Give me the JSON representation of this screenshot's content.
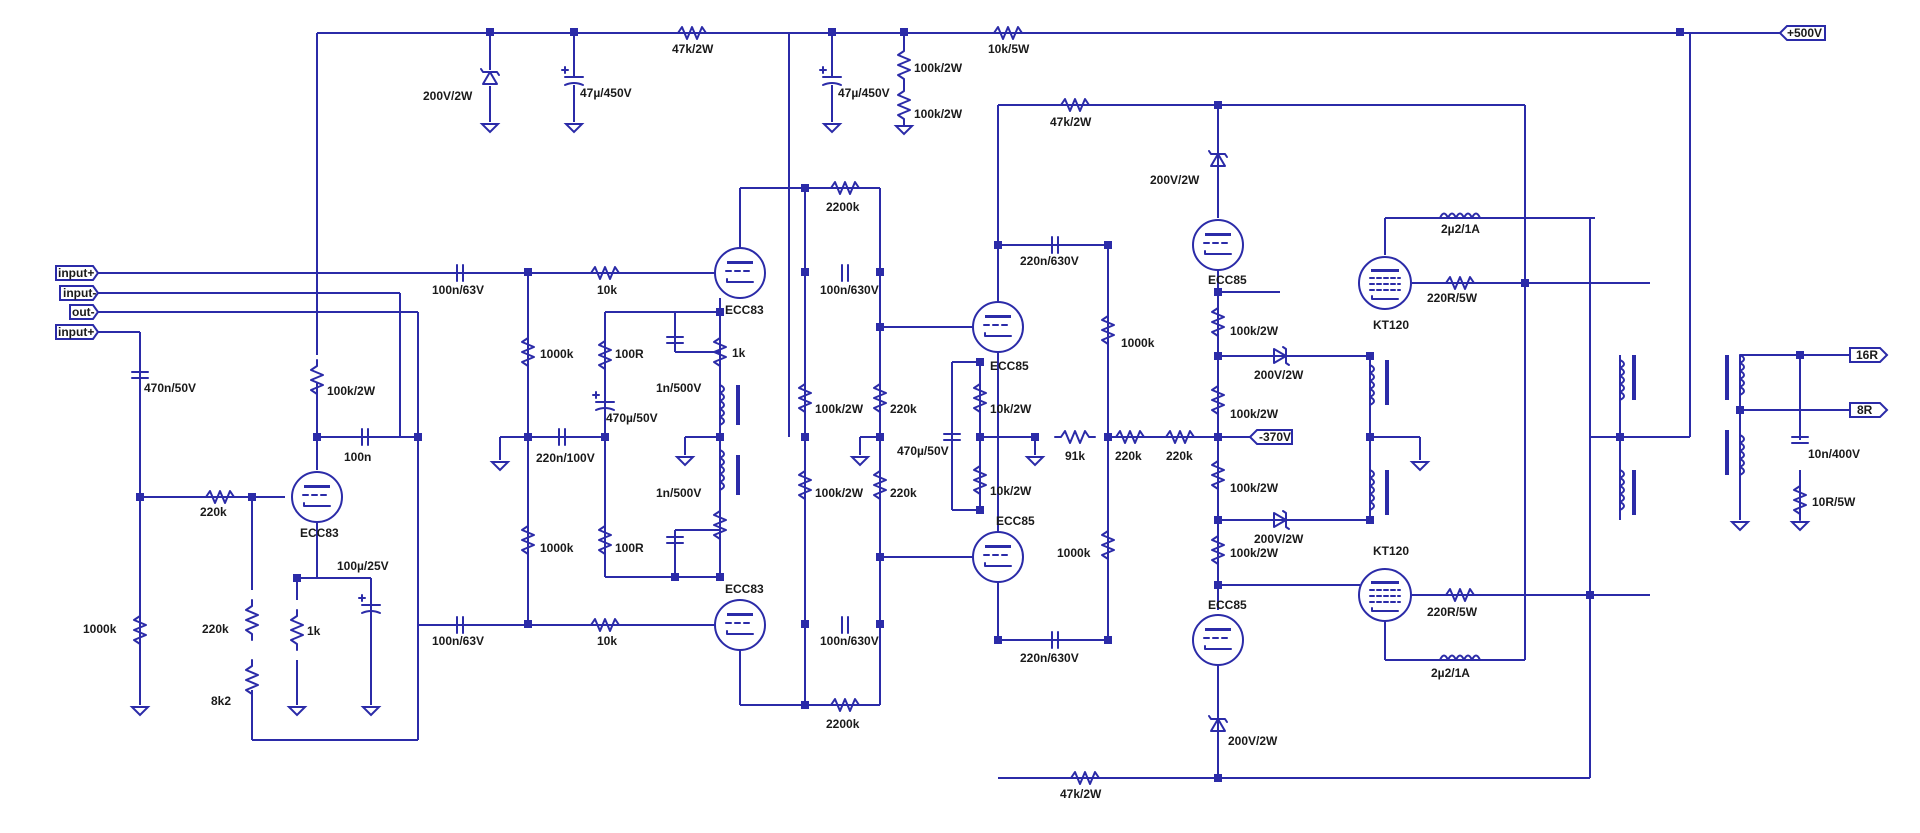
{
  "ports": {
    "in_plus_1": "input+",
    "in_minus": "input-",
    "out_minus": "out-",
    "in_plus_2": "input+",
    "b_plus": "+500V",
    "bias": "-370V",
    "out16": "16R",
    "out8": "8R"
  },
  "labels": {
    "r_47k_top": "47k/2W",
    "r_10k5w": "10k/5W",
    "z_200v_top": "200V/2W",
    "c_47u_1": "47µ/450V",
    "c_47u_2": "47µ/450V",
    "r_100k2w_a": "100k/2W",
    "r_100k2w_b": "100k/2W",
    "r_47k_pi": "47k/2W",
    "z_200v_d1": "200V/2W",
    "r_2200k_top": "2200k",
    "r_2200k_bot": "2200k",
    "c_100n630_1": "100n/630V",
    "c_100n630_2": "100n/630V",
    "c_220n630_1": "220n/630V",
    "c_220n630_2": "220n/630V",
    "c_100n63_1": "100n/63V",
    "c_100n63_2": "100n/63V",
    "r_10k_1": "10k",
    "r_10k_2": "10k",
    "r_1000k_a": "1000k",
    "r_1000k_b": "1000k",
    "c_220n100": "220n/100V",
    "r_100r_a": "100R",
    "r_100r_b": "100R",
    "c_470u50_a": "470µ/50V",
    "c_1n500_a": "1n/500V",
    "c_1n500_b": "1n/500V",
    "r_1k_a": "1k",
    "ecc83_a": "ECC83",
    "ecc83_b": "ECC83",
    "ecc83_c": "ECC83",
    "r_100k2w_in": "100k/2W",
    "c_470n": "470n/50V",
    "c_100n_in": "100n",
    "r_220k_in": "220k",
    "r_220k_g": "220k",
    "r_8k2": "8k2",
    "r_1k_k": "1k",
    "c_100u": "100µ/25V",
    "r_1000k_in": "1000k",
    "r_100k2w_pi1": "100k/2W",
    "r_100k2w_pi2": "100k/2W",
    "r_220k_pi1": "220k",
    "r_220k_pi2": "220k",
    "c_470u50_b": "470µ/50V",
    "ecc85_a": "ECC85",
    "ecc85_b": "ECC85",
    "ecc85_c": "ECC85",
    "ecc85_d": "ECC85",
    "r_10k2w_a": "10k/2W",
    "r_10k2w_b": "10k/2W",
    "r_91k": "91k",
    "r_220k_b1": "220k",
    "r_220k_b2": "220k",
    "r_1000k_c": "1000k",
    "r_1000k_d": "1000k",
    "r_100k2w_c1": "100k/2W",
    "r_100k2w_c2": "100k/2W",
    "r_100k2w_c3": "100k/2W",
    "r_100k2w_c4": "100k/2W",
    "z_200v_a": "200V/2W",
    "z_200v_b": "200V/2W",
    "z_200v_bot": "200V/2W",
    "r_47k_bot": "47k/2W",
    "kt120_a": "KT120",
    "kt120_b": "KT120",
    "l_2u2_a": "2µ2/1A",
    "l_2u2_b": "2µ2/1A",
    "r_220r_a": "220R/5W",
    "r_220r_b": "220R/5W",
    "c_10n400": "10n/400V",
    "r_10r5w": "10R/5W"
  },
  "colors": {
    "wire": "#2b2ba8",
    "text": "#1a1a1a",
    "background": "#ffffff"
  }
}
